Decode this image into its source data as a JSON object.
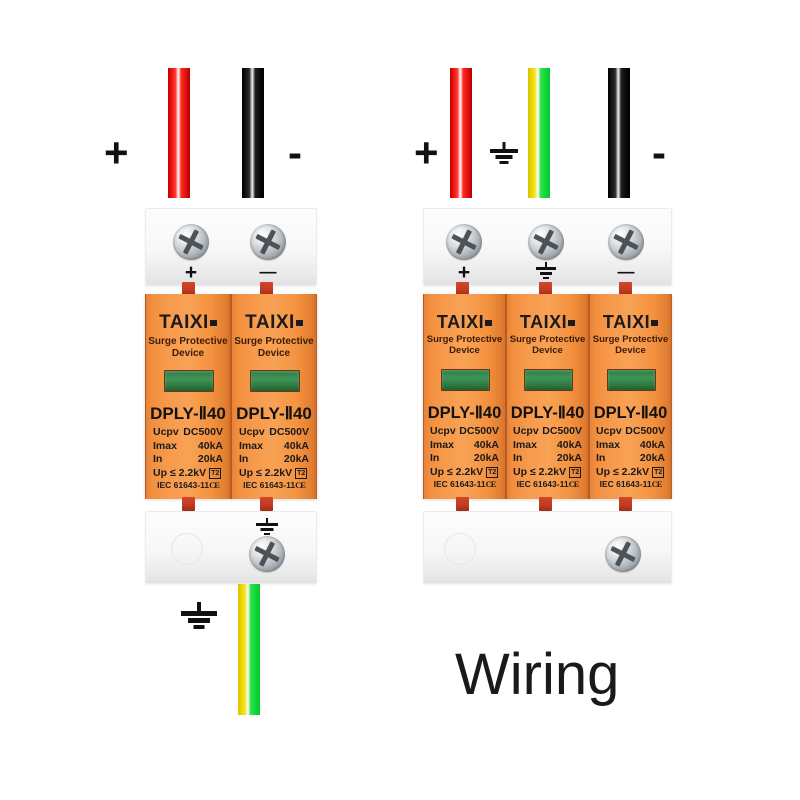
{
  "caption": {
    "text": "Wiring"
  },
  "wire_labels": {
    "plus": "+",
    "minus": "-",
    "earth": "earth-ground-symbol"
  },
  "terminal_labels": {
    "plus": "+",
    "minus": "—",
    "earth": "earth-ground-symbol"
  },
  "module": {
    "brand": "TAIXI",
    "subtitle_line1": "Surge Protective",
    "subtitle_line2": "Device",
    "model": "DPLY-Ⅱ40",
    "specs": [
      {
        "key": "Ucpv",
        "value": "DC500V"
      },
      {
        "key": "Imax",
        "value": "40kA"
      },
      {
        "key": "In",
        "value": "20kA"
      }
    ],
    "up_label": "Up",
    "up_value": "≤ 2.2kV",
    "up_box": "T2",
    "standard": "IEC 61643-11",
    "ce_mark": "CE",
    "indicator": "green-status-window"
  },
  "devices": [
    {
      "id": "device-2p",
      "name": "two-pole-dc-spd",
      "poles": 2,
      "terminals_top": [
        "plus",
        "minus"
      ],
      "terminal_bottom": "earth",
      "wires_top": [
        {
          "name": "wire-positive",
          "color": "#ee1111",
          "label": "+"
        },
        {
          "name": "wire-negative",
          "color": "#101010",
          "label": "-"
        }
      ],
      "wires_bottom": [
        {
          "name": "wire-earth",
          "color": "#e9d400/#12d93a",
          "label": "earth-ground-symbol"
        }
      ]
    },
    {
      "id": "device-3p",
      "name": "three-pole-dc-spd",
      "poles": 3,
      "terminals_top": [
        "plus",
        "earth",
        "minus"
      ],
      "terminal_bottom": "earth",
      "wires_top": [
        {
          "name": "wire-positive",
          "color": "#ee1111",
          "label": "+"
        },
        {
          "name": "wire-earth",
          "color": "#e9d400/#12d93a",
          "label": "earth-ground-symbol"
        },
        {
          "name": "wire-negative",
          "color": "#101010",
          "label": "-"
        }
      ],
      "wires_bottom": []
    }
  ],
  "colors": {
    "body_orange": "#f2903f",
    "housing_white": "#f7f7f7",
    "indicator_green": "#3e9456",
    "wire_red": "#ee1111",
    "wire_black": "#101010",
    "wire_yellow": "#e9d400",
    "wire_green": "#12d93a",
    "pin_red": "#c03a22",
    "background": "#ffffff"
  }
}
